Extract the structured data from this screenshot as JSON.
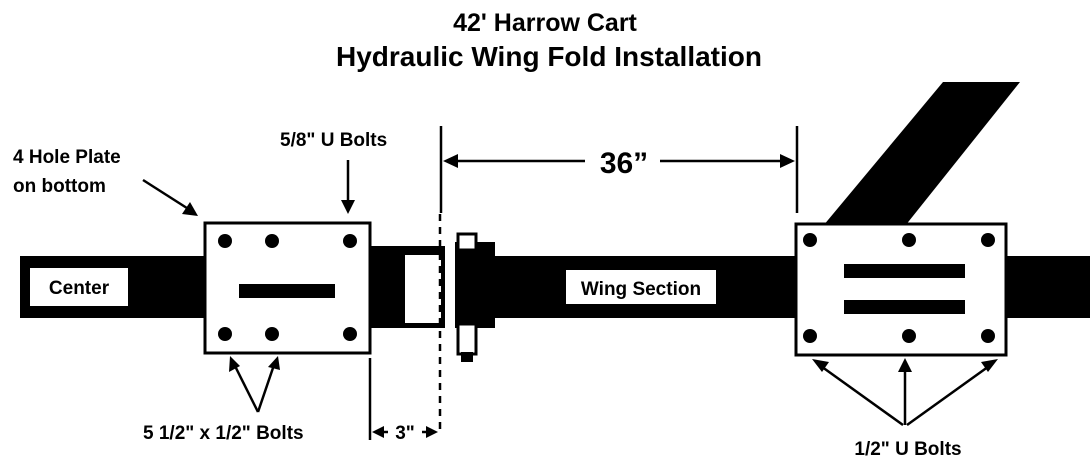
{
  "title": {
    "line1": "42' Harrow Cart",
    "line2": "Hydraulic Wing Fold Installation"
  },
  "labels": {
    "four_hole_plate_line1": "4 Hole Plate",
    "four_hole_plate_line2": "on bottom",
    "u_bolts_5_8": "5/8\" U Bolts",
    "dimension_36": "36”",
    "center": "Center",
    "wing_section": "Wing Section",
    "bolts_5_half": "5 1/2\" x 1/2\" Bolts",
    "dimension_3": "3\"",
    "u_bolts_1_2": "1/2\" U Bolts"
  },
  "colors": {
    "ink": "#000000",
    "paper": "#ffffff"
  }
}
